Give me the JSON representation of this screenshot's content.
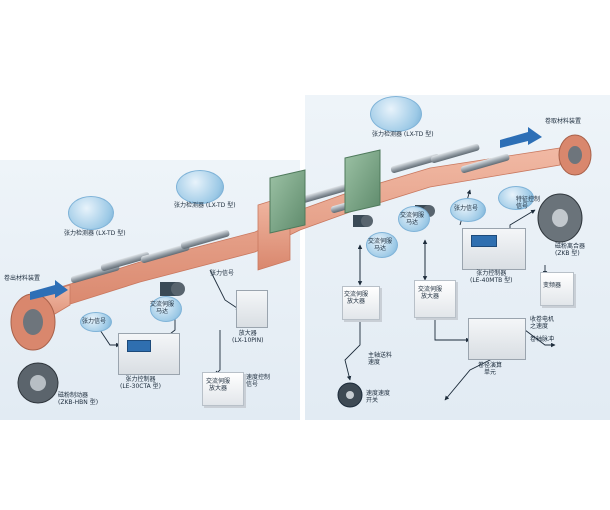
{
  "labels": {
    "unwind_device": "卷出材料装置",
    "rewind_device": "卷取材料装置",
    "sensor_left": "张力检测器 (LX-TD 型)",
    "sensor_mid": "张力检测器 (LX-TD 型)",
    "sensor_right": "张力检测器 (LX-TD 型)",
    "tension_signal_left": "张力信号",
    "tension_signal_mid": "张力信号",
    "tension_signal_right": "张力信号",
    "ac_servo_motor_left": "交流伺服\n马达",
    "ac_servo_motor_mid": "交流伺服\n马达",
    "ac_servo_motor_right": "交流伺服\n马达",
    "amplifier_small_label": "放大器\n(LX-10PIN)",
    "tension_controller_left": "张力控制器\n(LE-30CTA 型)",
    "tension_controller_right": "张力控制器\n(LE-40MTB 型)",
    "powder_brake": "磁粉制动器\n(ZKB-HBN 型)",
    "powder_clutch": "磁粉离合器\n(ZKB 型)",
    "servo_amp_left": "交流伺服\n放大器",
    "servo_amp_mid": "交流伺服\n放大器",
    "servo_amp_right": "交流伺服\n放大器",
    "speed_control_signal": "速度控制\n信号",
    "feature_control_signal": "特征控制\n信号",
    "line_speed": "主轴送料\n速度",
    "line_speed_switch": "速度速度\n开关",
    "rewind_motor": "收卷电机\n之速度",
    "winding_pulse": "卷轴脉冲",
    "inverter": "变频器",
    "plc_unit": "卷径演算\n单元"
  },
  "colors": {
    "web": "#e9a58e",
    "web_edge": "#c9785f",
    "roller": "#9aa3ab",
    "machine_green": "#7fa58a",
    "arrow_blue": "#2d6fb6",
    "line": "#1c2b3a",
    "bubble": "#9cc9e6"
  },
  "icons": [
    "tension-sensor-icon",
    "servo-motor-icon",
    "brake-icon",
    "clutch-icon",
    "encoder-icon",
    "controller-icon",
    "plc-icon",
    "amplifier-icon"
  ]
}
